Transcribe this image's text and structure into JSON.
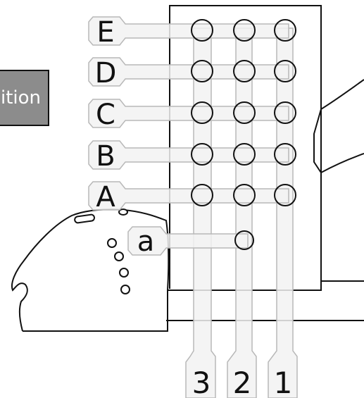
{
  "side_tab": {
    "label": "ition"
  },
  "row_labels": {
    "E": "E",
    "D": "D",
    "C": "C",
    "B": "B",
    "A": "A",
    "a": "a"
  },
  "column_labels": {
    "c3": "3",
    "c2": "2",
    "c1": "1"
  },
  "colors": {
    "outline": "#111111",
    "strip_fill": "#f2f2f2",
    "strip_stroke": "#b8b8b8",
    "tab_fill": "#8c8c8c"
  }
}
